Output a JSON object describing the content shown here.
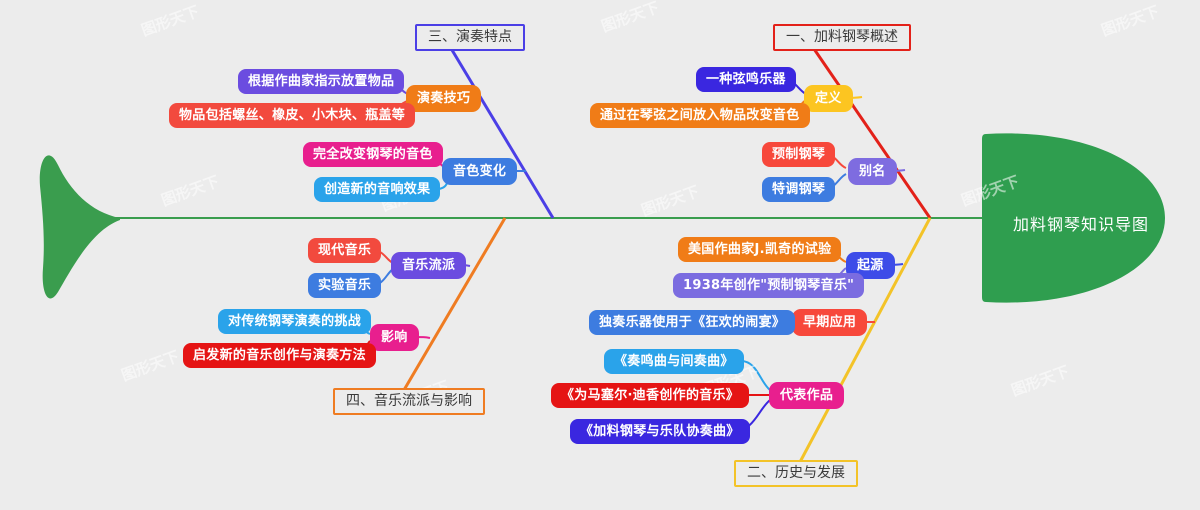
{
  "meta": {
    "title": "加料钢琴知识导图",
    "background": "#ececec",
    "spine_color": "#3a9d4e",
    "watermark": "图形天下"
  },
  "center": {
    "label": "加料钢琴知识导图",
    "color": "#3a9d4e"
  },
  "branches": [
    {
      "id": "overview",
      "title": "一、加料钢琴概述",
      "title_color": "#e32119",
      "bone_color": "#e32119",
      "categories": [
        {
          "label": "定义",
          "color": "#fcc521",
          "leaves": [
            {
              "label": "一种弦鸣乐器",
              "color": "#3a27e0"
            },
            {
              "label": "通过在琴弦之间放入物品改变音色",
              "color": "#f07c17"
            }
          ]
        },
        {
          "label": "别名",
          "color": "#7e6ce0",
          "leaves": [
            {
              "label": "预制钢琴",
              "color": "#f7483b"
            },
            {
              "label": "特调钢琴",
              "color": "#3d7ce0"
            }
          ]
        }
      ]
    },
    {
      "id": "history",
      "title": "二、历史与发展",
      "title_color": "#f3c328",
      "bone_color": "#f3c328",
      "categories": [
        {
          "label": "起源",
          "color": "#3d4ce8",
          "leaves": [
            {
              "label": "美国作曲家J.凯奇的试验",
              "color": "#f07c17"
            },
            {
              "label": "1938年创作\"预制钢琴音乐\"",
              "color": "#7b6ce0"
            }
          ]
        },
        {
          "label": "早期应用",
          "color": "#f7483b",
          "leaves": [
            {
              "label": "独奏乐器使用于《狂欢的闹宴》",
              "color": "#3d7ce0"
            }
          ]
        },
        {
          "label": "代表作品",
          "color": "#e81f8e",
          "leaves": [
            {
              "label": "《奏鸣曲与间奏曲》",
              "color": "#2aa3ea"
            },
            {
              "label": "《为马塞尔·迪香创作的音乐》",
              "color": "#e51414"
            },
            {
              "label": "《加料钢琴与乐队协奏曲》",
              "color": "#3a27e0"
            }
          ]
        }
      ]
    },
    {
      "id": "performance",
      "title": "三、演奏特点",
      "title_color": "#4b3fe6",
      "bone_color": "#4b3fe6",
      "categories": [
        {
          "label": "演奏技巧",
          "color": "#f07c17",
          "leaves": [
            {
              "label": "根据作曲家指示放置物品",
              "color": "#6b4ce0"
            },
            {
              "label": "物品包括螺丝、橡皮、小木块、瓶盖等",
              "color": "#f24a3e"
            }
          ]
        },
        {
          "label": "音色变化",
          "color": "#3d7ce0",
          "leaves": [
            {
              "label": "完全改变钢琴的音色",
              "color": "#e81f8e"
            },
            {
              "label": "创造新的音响效果",
              "color": "#2aa3ea"
            }
          ]
        }
      ]
    },
    {
      "id": "genre",
      "title": "四、音乐流派与影响",
      "title_color": "#ef7c22",
      "bone_color": "#ef7c22",
      "categories": [
        {
          "label": "音乐流派",
          "color": "#6b4ce0",
          "leaves": [
            {
              "label": "现代音乐",
              "color": "#f24a3e"
            },
            {
              "label": "实验音乐",
              "color": "#3d7ce0"
            }
          ]
        },
        {
          "label": "影响",
          "color": "#e81f8e",
          "leaves": [
            {
              "label": "对传统钢琴演奏的挑战",
              "color": "#2aa3ea"
            },
            {
              "label": "启发新的音乐创作与演奏方法",
              "color": "#e51414"
            }
          ]
        }
      ]
    }
  ]
}
